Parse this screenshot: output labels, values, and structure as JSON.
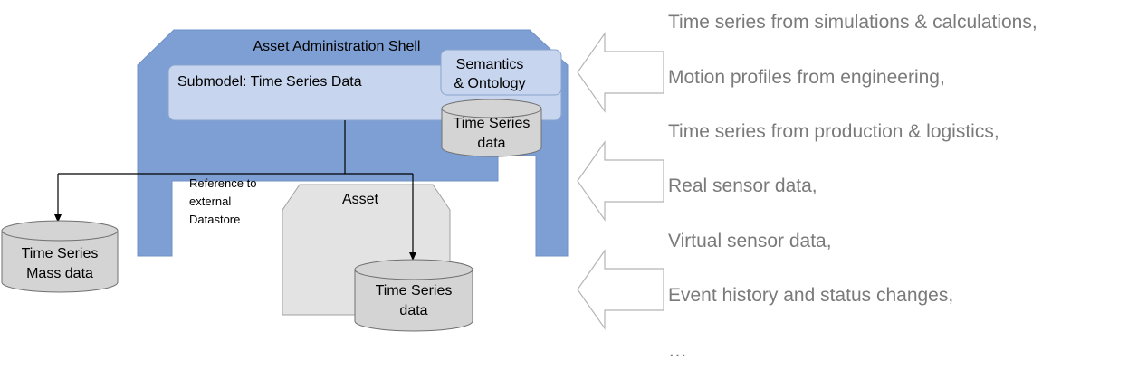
{
  "diagram": {
    "shell_title": "Asset Administration Shell",
    "submodel_label": "Submodel: Time Series Data",
    "semantics_line1": "Semantics",
    "semantics_line2": "& Ontology",
    "shell_cylinder_line1": "Time Series",
    "shell_cylinder_line2": "data",
    "reference_line1": "Reference to",
    "reference_line2": "external",
    "reference_line3": "Datastore",
    "asset_label": "Asset",
    "asset_cylinder_line1": "Time Series",
    "asset_cylinder_line2": "data",
    "mass_cylinder_line1": "Time Series",
    "mass_cylinder_line2": "Mass data"
  },
  "sources": [
    "Time series from simulations & calculations,",
    "Motion profiles from engineering,",
    "Time series from production & logistics,",
    "Real sensor data,",
    "Virtual sensor data,",
    "Event history and status changes,",
    "…"
  ],
  "colors": {
    "shell": "#7e9fd3",
    "submodel": "#c7d6ee",
    "cylinder": "#d4d4d4",
    "asset": "#e3e3e3",
    "list_text": "#7a7a7a"
  }
}
